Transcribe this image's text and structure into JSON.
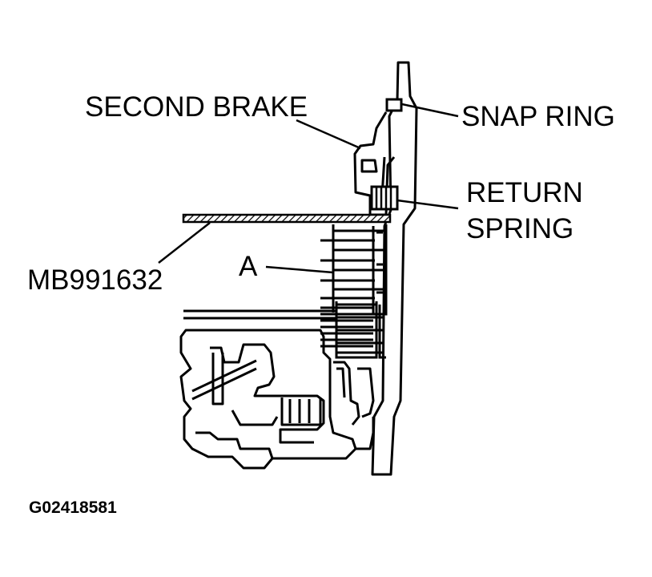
{
  "labels": {
    "second_brake": "SECOND BRAKE",
    "snap_ring": "SNAP RING",
    "return_spring_line1": "RETURN",
    "return_spring_line2": "SPRING",
    "tool": "MB991632",
    "part_a": "A"
  },
  "figure_code": "G02418581",
  "colors": {
    "ink": "#000000",
    "paper": "#ffffff"
  }
}
